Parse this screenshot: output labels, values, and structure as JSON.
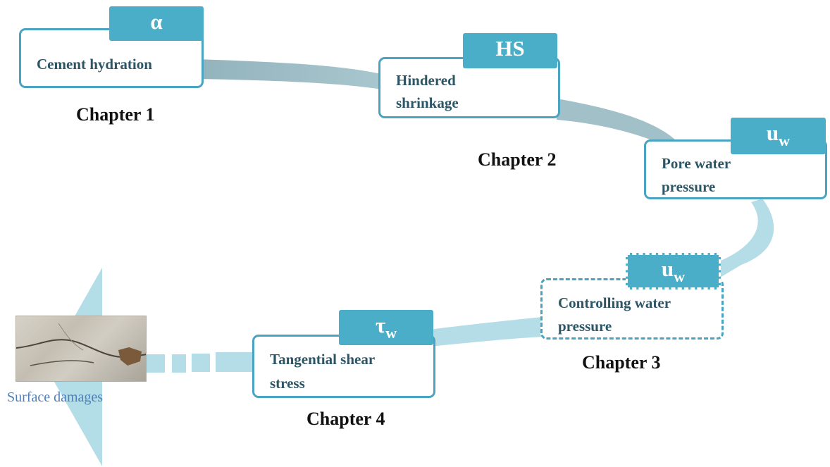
{
  "boxes": {
    "hydration": {
      "tag": "α",
      "line1": "Cement hydration",
      "line2": ""
    },
    "shrinkage": {
      "tag": "HS",
      "line1": "Hindered",
      "line2": "shrinkage"
    },
    "pore": {
      "tag": "u",
      "tag_sub": "w",
      "line1": "Pore water",
      "line2": "pressure"
    },
    "control": {
      "tag": "u",
      "tag_sub": "w",
      "line1": "Controlling water",
      "line2": "pressure"
    },
    "shear": {
      "tag": "τ",
      "tag_sub": "w",
      "line1": "Tangential shear",
      "line2": "stress"
    }
  },
  "chapters": [
    "Chapter 1",
    "Chapter 2",
    "Chapter 3",
    "Chapter 4"
  ],
  "surface_label": "Surface damages",
  "colors": {
    "box_border": "#4aa3c0",
    "tag_fill": "#4aaec8",
    "box_text": "#2c5566",
    "ribbon_dark": "#96b6c0",
    "ribbon_light": "#b7dfe8",
    "arrow": "#a8d8e4",
    "surface_label": "#4d7fbb"
  }
}
